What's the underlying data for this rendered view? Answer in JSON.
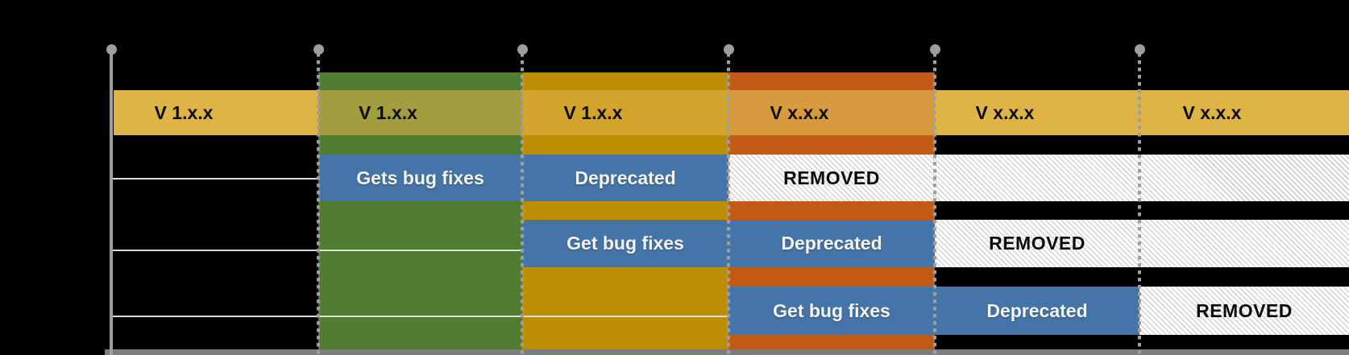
{
  "diagram": {
    "description": "Version lifecycle timeline",
    "milestone_count": 6,
    "header_row": {
      "segments": [
        {
          "label": "V 1.x.x"
        },
        {
          "label": "V 1.x.x"
        },
        {
          "label": "V 1.x.x"
        },
        {
          "label": "V x.x.x"
        },
        {
          "label": "V x.x.x"
        },
        {
          "label": "V x.x.x"
        }
      ]
    },
    "lifecycle_rows": [
      {
        "bars": [
          {
            "label": "Gets bug fixes",
            "state": "supported"
          },
          {
            "label": "Deprecated",
            "state": "deprecated"
          },
          {
            "label": "REMOVED",
            "state": "removed"
          }
        ]
      },
      {
        "bars": [
          {
            "label": "Get bug fixes",
            "state": "supported"
          },
          {
            "label": "Deprecated",
            "state": "deprecated"
          },
          {
            "label": "REMOVED",
            "state": "removed"
          }
        ]
      },
      {
        "bars": [
          {
            "label": "Get bug fixes",
            "state": "supported"
          },
          {
            "label": "Deprecated",
            "state": "deprecated"
          },
          {
            "label": "REMOVED",
            "state": "removed"
          }
        ]
      }
    ],
    "colors": {
      "background": "#000000",
      "version_bar_yellow": "#DFB447",
      "version_bar_over_green": "#A49D3F",
      "version_bar_over_gold": "#D2A42C",
      "version_bar_over_orange": "#D79A3E",
      "band_green": "#507D2F",
      "band_gold": "#BE8E02",
      "band_orange": "#C15A13",
      "supported_bar_blue": "#4575A8",
      "removed_bar_background": "#FFFFFF",
      "milestone_line_gray": "#9E9E9E",
      "axis_gray": "#7D7D7D",
      "leader_line_gray": "#DCDCDC"
    }
  }
}
